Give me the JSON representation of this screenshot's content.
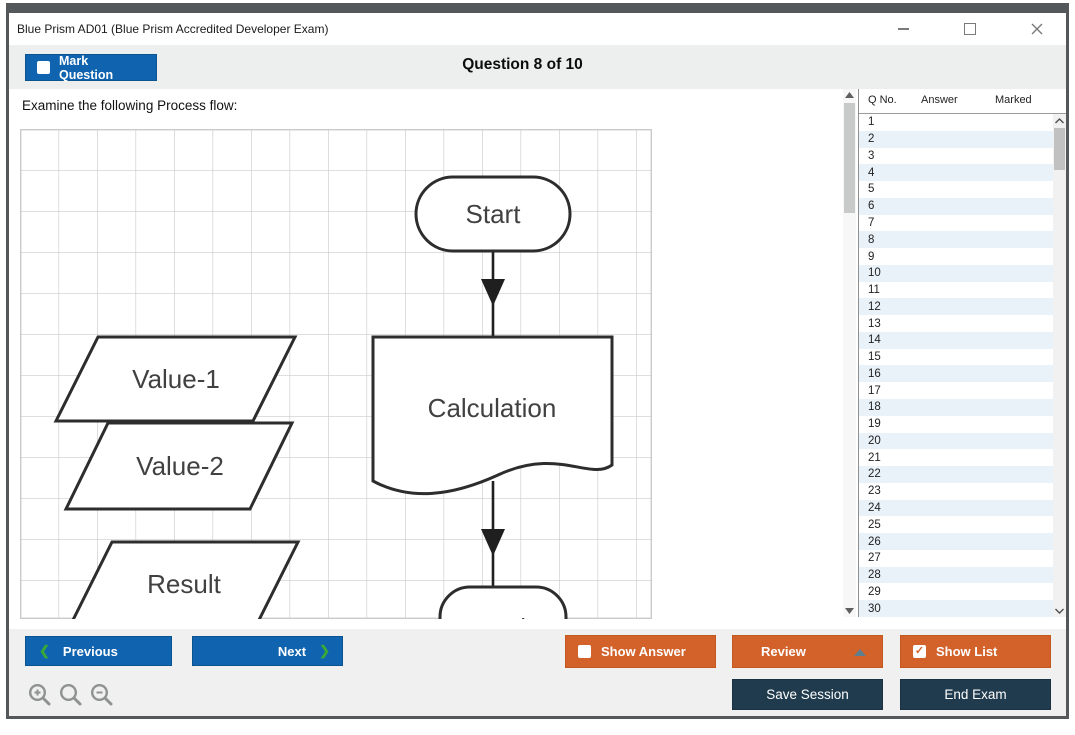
{
  "window": {
    "title": "Blue Prism AD01 (Blue Prism Accredited Developer Exam)"
  },
  "header": {
    "mark_question_label": "Mark Question",
    "mark_question_check": "",
    "question_counter": "Question 8 of 10"
  },
  "main": {
    "prompt": "Examine the following Process flow:"
  },
  "flowchart": {
    "nodes": [
      {
        "id": "start",
        "type": "terminator",
        "label": "Start"
      },
      {
        "id": "value1",
        "type": "data",
        "label": "Value-1"
      },
      {
        "id": "value2",
        "type": "data",
        "label": "Value-2"
      },
      {
        "id": "calculation",
        "type": "document",
        "label": "Calculation"
      },
      {
        "id": "result",
        "type": "data",
        "label": "Result"
      },
      {
        "id": "end",
        "type": "terminator",
        "label": "End"
      }
    ],
    "edges": [
      {
        "from": "start",
        "to": "calculation"
      },
      {
        "from": "calculation",
        "to": "end"
      }
    ]
  },
  "question_list": {
    "headers": [
      "Q No.",
      "Answer",
      "Marked"
    ],
    "rows": [
      {
        "q": "1",
        "answer": "",
        "marked": ""
      },
      {
        "q": "2",
        "answer": "",
        "marked": ""
      },
      {
        "q": "3",
        "answer": "",
        "marked": ""
      },
      {
        "q": "4",
        "answer": "",
        "marked": ""
      },
      {
        "q": "5",
        "answer": "",
        "marked": ""
      },
      {
        "q": "6",
        "answer": "",
        "marked": ""
      },
      {
        "q": "7",
        "answer": "",
        "marked": ""
      },
      {
        "q": "8",
        "answer": "",
        "marked": ""
      },
      {
        "q": "9",
        "answer": "",
        "marked": ""
      },
      {
        "q": "10",
        "answer": "",
        "marked": ""
      },
      {
        "q": "11",
        "answer": "",
        "marked": ""
      },
      {
        "q": "12",
        "answer": "",
        "marked": ""
      },
      {
        "q": "13",
        "answer": "",
        "marked": ""
      },
      {
        "q": "14",
        "answer": "",
        "marked": ""
      },
      {
        "q": "15",
        "answer": "",
        "marked": ""
      },
      {
        "q": "16",
        "answer": "",
        "marked": ""
      },
      {
        "q": "17",
        "answer": "",
        "marked": ""
      },
      {
        "q": "18",
        "answer": "",
        "marked": ""
      },
      {
        "q": "19",
        "answer": "",
        "marked": ""
      },
      {
        "q": "20",
        "answer": "",
        "marked": ""
      },
      {
        "q": "21",
        "answer": "",
        "marked": ""
      },
      {
        "q": "22",
        "answer": "",
        "marked": ""
      },
      {
        "q": "23",
        "answer": "",
        "marked": ""
      },
      {
        "q": "24",
        "answer": "",
        "marked": ""
      },
      {
        "q": "25",
        "answer": "",
        "marked": ""
      },
      {
        "q": "26",
        "answer": "",
        "marked": ""
      },
      {
        "q": "27",
        "answer": "",
        "marked": ""
      },
      {
        "q": "28",
        "answer": "",
        "marked": ""
      },
      {
        "q": "29",
        "answer": "",
        "marked": ""
      },
      {
        "q": "30",
        "answer": "",
        "marked": ""
      }
    ]
  },
  "footer": {
    "previous_label": "Previous",
    "previous_chevron": "❮",
    "next_label": "Next",
    "next_chevron": "❯",
    "show_answer_label": "Show Answer",
    "show_answer_check": "",
    "review_label": "Review",
    "show_list_label": "Show List",
    "show_list_check": "✓",
    "save_session_label": "Save Session",
    "end_exam_label": "End Exam"
  },
  "icons": {
    "window_controls": [
      "minimize-icon",
      "maximize-icon",
      "close-icon"
    ],
    "review_dropdown": "triangle-up",
    "zoom_tools": [
      "zoom-in-icon",
      "zoom-icon",
      "zoom-out-icon"
    ]
  },
  "colors": {
    "blue": "#1063ae",
    "orange": "#d2622a",
    "navy": "#1f3b4d",
    "green_chevron": "#3aa838",
    "alt_row": "#e9f1f9",
    "header_bar": "#edefee",
    "footer_bar": "#f0f0f1"
  }
}
